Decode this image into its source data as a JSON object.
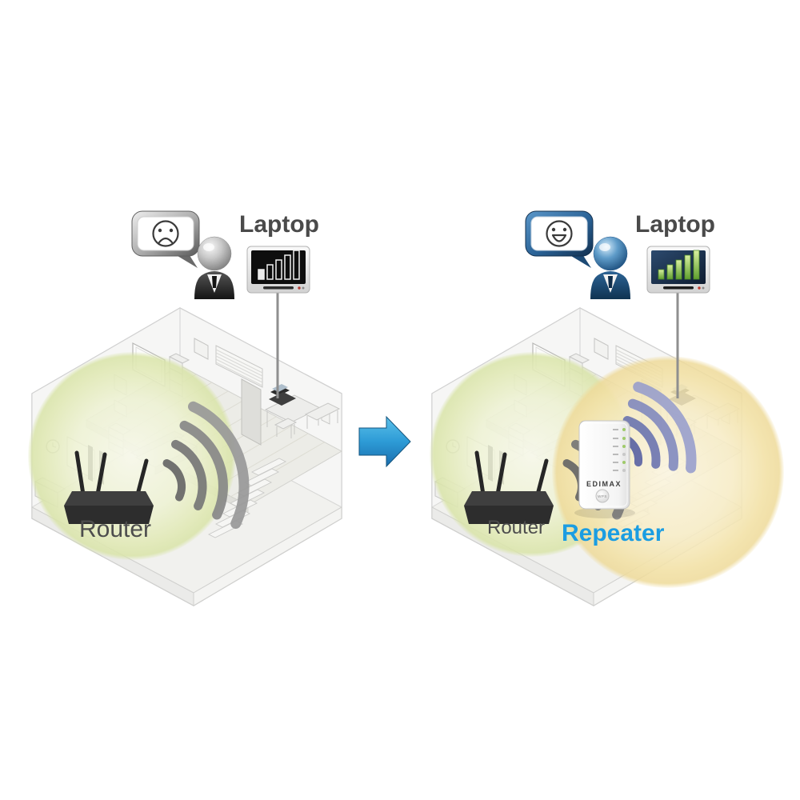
{
  "diagram": {
    "description": "Wi-Fi coverage before and after adding a range extender (repeater) in a two-story house",
    "before": {
      "scene": "router only",
      "laptop_label": "Laptop",
      "router_label": "Router",
      "mood": "sad",
      "signal_strength": "weak",
      "signal_bars_total": 5,
      "signal_bars_style": "hollow-outline"
    },
    "after": {
      "scene": "router plus repeater",
      "laptop_label": "Laptop",
      "router_label": "Router",
      "repeater_label": "Repeater",
      "repeater_brand": "EDIMAX",
      "repeater_button_label": "WPS",
      "mood": "happy",
      "signal_strength": "strong",
      "signal_bars_total": 5,
      "signal_bars_style": "filled-green"
    },
    "colors": {
      "laptop_label_text": "#4a4a4a",
      "router_label_text": "#4d4d4d",
      "repeater_label_text": "#1b9de2",
      "transition_arrow": "#2d9bd6",
      "router_coverage_circle": "#e7edc0",
      "repeater_coverage_circle": "#f4e6b4",
      "weak_signal_bars": "#eeeeee",
      "strong_signal_bars": "#6fb33c",
      "router_wifi_arcs": "#8a8a8a",
      "repeater_wifi_arcs": "#6b76b4"
    }
  }
}
